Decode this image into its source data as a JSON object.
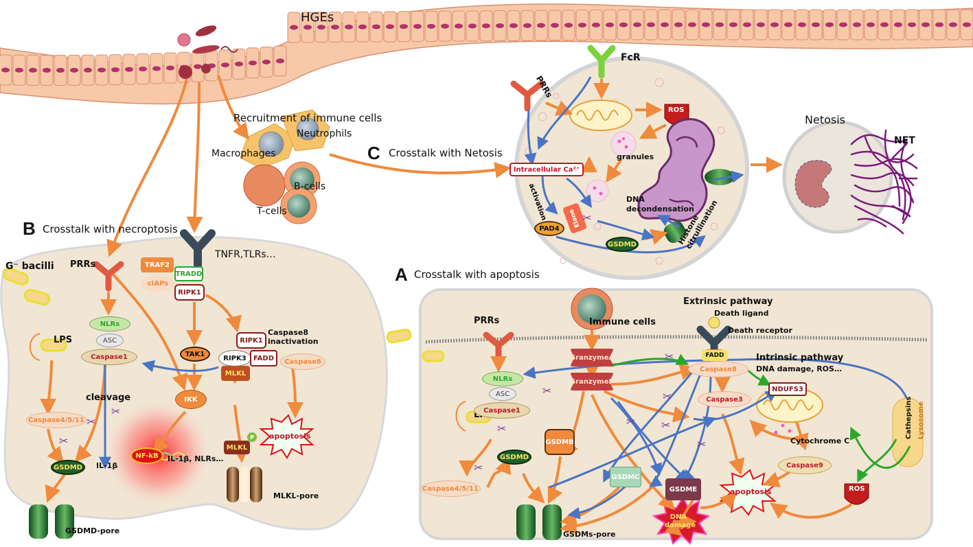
{
  "labels": {
    "hges": "HGEs",
    "recruitment": "Recruitment of immune cells",
    "neutrophils": "Neutrophils",
    "macrophages": "Macrophages",
    "bcells": "B-cells",
    "tcells": "T-cells",
    "netosis": "Netosis",
    "net": "NET",
    "fcr": "FcR",
    "prrs": "PRRs",
    "ros": "ROS",
    "granules": "granules",
    "activation": "activation",
    "dna_decondensation": "DNA decondensation",
    "histone_citrullination": "Histone citrullination",
    "g_bacilli": "G⁻ bacilli",
    "tnfr": "TNFR,TLRs…",
    "lps": "LPS",
    "cleavage": "cleavage",
    "il1b": "IL-1β",
    "il1b_nlrs": "IL-1β, NLRs…",
    "caspase8_inactivation": "Caspase8 inactivation",
    "gsdmd_pore": "GSDMD-pore",
    "mlkl_pore": "MLKL-pore",
    "extrinsic": "Extrinsic pathway",
    "death_ligand": "Death ligand",
    "death_receptor": "Death receptor",
    "immune_cells": "Immune cells",
    "intrinsic": "Intrinsic pathway",
    "dna_damage_ros": "DNA damage, ROS…",
    "cytochrome_c": "Cytochrome C",
    "cathepsins": "Cathepsins",
    "lysosome": "Lysosome",
    "gsdms_pore": "GSDMs-pore"
  },
  "panels": {
    "c_letter": "C",
    "c_title": "Crosstalk with Netosis",
    "b_letter": "B",
    "b_title": "Crosstalk with necroptosis",
    "a_letter": "A",
    "a_title": "Crosstalk with apoptosis"
  },
  "nodes": {
    "intracellular_ca": "Intracellular Ca²⁺",
    "pad4": "PAD4",
    "elane": "Elane",
    "gsdmd_c": "GSDMD",
    "traf2": "TRAF2",
    "tradd": "TRADD",
    "ciaps": "cIAPs",
    "ripk1": "RIPK1",
    "nlrs_b": "NLRs",
    "asc_b": "ASC",
    "caspase1_b": "Caspase1",
    "tak1": "TAK1",
    "ripk1_b": "RIPK1",
    "ripk3": "RIPK3",
    "fadd_b": "FADD",
    "mlkl": "MLKL",
    "caspase8_b": "Caspase8",
    "caspase4511_b": "Caspase4/5/11",
    "ikk": "IKK",
    "mlkl_p": "MLKL",
    "p": "P",
    "apoptosis_b": "apoptosis",
    "gsdmd_b": "GSDMD",
    "nfkb": "NF-kB",
    "fadd_a": "FADD",
    "caspase8_a": "Caspase8",
    "granzymea": "GranzymeA",
    "granzymeb": "GranzymeB",
    "ndufs3": "NDUFS3",
    "nlrs_a": "NLRs",
    "asc_a": "ASC",
    "caspase1_a": "Caspase1",
    "caspase3": "Caspase3",
    "gsdmb": "GSDMB",
    "gsdmd_a": "GSDMD",
    "caspase4511_a": "Caspase4/5/11",
    "gsdmc": "GSDMC",
    "gsdme": "GSDME",
    "apoptosis_a": "apoptosis",
    "caspase9": "Caspase9",
    "ros_a": "ROS",
    "dna_damage": "DNA damage"
  },
  "colors": {
    "orange_arrow": "#f08a3c",
    "blue_arrow": "#4a74c4",
    "green_arrow": "#2da52d",
    "cell_fill": "#f1e6d3",
    "epithelium": "#f8c9a8",
    "nucleus": "#b0336a",
    "red_text": "#c0182a"
  }
}
